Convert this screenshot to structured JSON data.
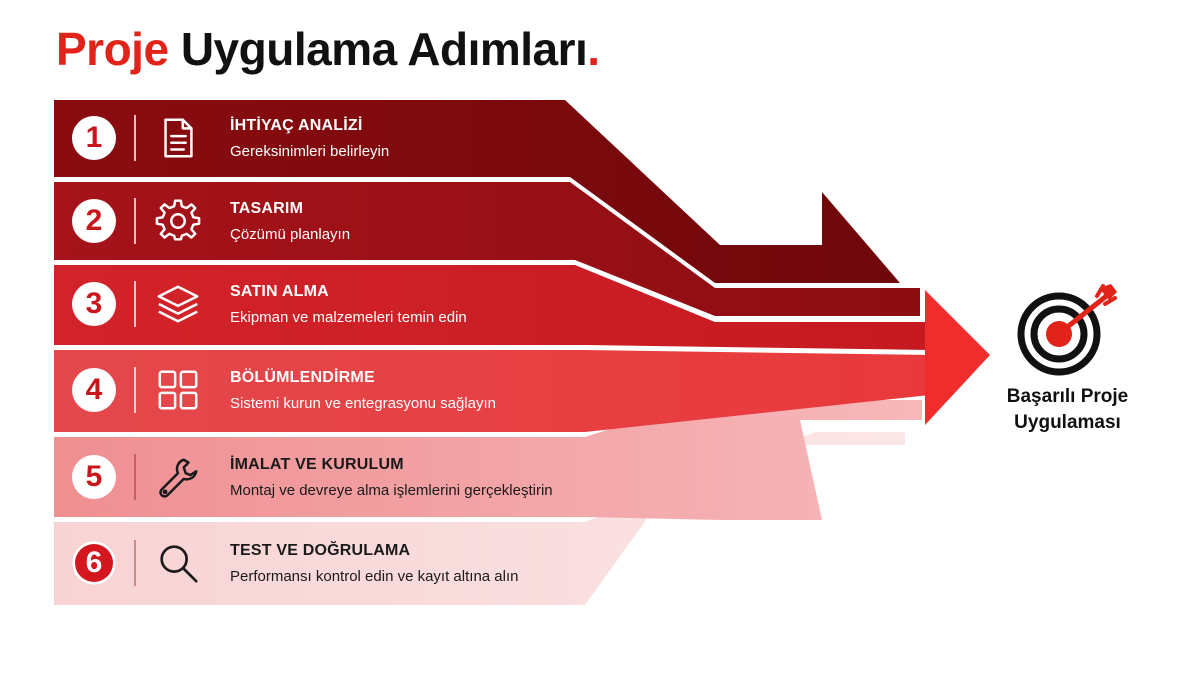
{
  "title": {
    "accent": "Proje",
    "rest": " Uygulama Adımları",
    "dot": "."
  },
  "steps": [
    {
      "number": "1",
      "icon": "document-icon",
      "heading": "İHTİYAÇ ANALİZİ",
      "subtitle": "Gereksinimleri belirleyin"
    },
    {
      "number": "2",
      "icon": "gear-icon",
      "heading": "TASARIM",
      "subtitle": "Çözümü planlayın"
    },
    {
      "number": "3",
      "icon": "layers-icon",
      "heading": "SATIN ALMA",
      "subtitle": "Ekipman ve malzemeleri temin edin"
    },
    {
      "number": "4",
      "icon": "grid-icon",
      "heading": "BÖLÜMLENDİRME",
      "subtitle": "Sistemi kurun ve entegrasyonu sağlayın"
    },
    {
      "number": "5",
      "icon": "wrench-icon",
      "heading": "İMALAT VE KURULUM",
      "subtitle": "Montaj ve devreye alma işlemlerini gerçekleştirin"
    },
    {
      "number": "6",
      "icon": "magnifier-icon",
      "heading": "TEST VE DOĞRULAMA",
      "subtitle": "Performansı kontrol edin ve kayıt altına alın"
    }
  ],
  "goal": {
    "icon": "target-arrow-icon",
    "line1": "Başarılı Proje",
    "line2": "Uygulaması"
  },
  "colors": {
    "accent": "#e2231a",
    "band1": "#8e0e12",
    "band2": "#a8141a",
    "band3": "#d4242a",
    "band4": "#e2484c",
    "band5": "#ef9a9c",
    "band6": "#f8cfd0",
    "arrowhead": "#f0302f"
  }
}
